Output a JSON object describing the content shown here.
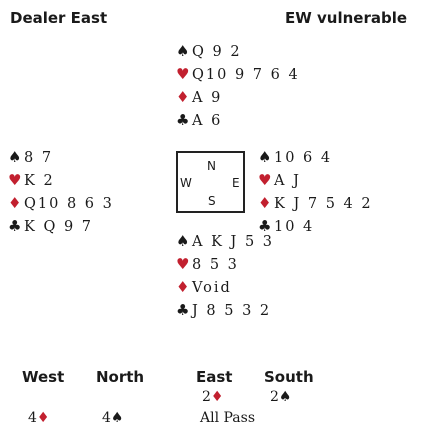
{
  "header": {
    "dealer": "Dealer East",
    "vulnerability": "EW vulnerable"
  },
  "hands": {
    "north": [
      {
        "suit": "♠",
        "color": "#1a1a1a",
        "cards": "Q 9 2"
      },
      {
        "suit": "♥",
        "color": "#c2202f",
        "cards": "Q10 9 7 6 4"
      },
      {
        "suit": "♦",
        "color": "#c2202f",
        "cards": "A 9"
      },
      {
        "suit": "♣",
        "color": "#1a1a1a",
        "cards": "A 6"
      }
    ],
    "west": [
      {
        "suit": "♠",
        "color": "#1a1a1a",
        "cards": "8 7"
      },
      {
        "suit": "♥",
        "color": "#c2202f",
        "cards": "K 2"
      },
      {
        "suit": "♦",
        "color": "#c2202f",
        "cards": "Q10 8 6 3"
      },
      {
        "suit": "♣",
        "color": "#1a1a1a",
        "cards": "K Q 9 7"
      }
    ],
    "east": [
      {
        "suit": "♠",
        "color": "#1a1a1a",
        "cards": "10 6 4"
      },
      {
        "suit": "♥",
        "color": "#c2202f",
        "cards": "A J"
      },
      {
        "suit": "♦",
        "color": "#c2202f",
        "cards": "K J 7 5 4 2"
      },
      {
        "suit": "♣",
        "color": "#1a1a1a",
        "cards": "10 4"
      }
    ],
    "south": [
      {
        "suit": "♠",
        "color": "#1a1a1a",
        "cards": "A K J 5 3"
      },
      {
        "suit": "♥",
        "color": "#c2202f",
        "cards": "8 5 3"
      },
      {
        "suit": "♦",
        "color": "#c2202f",
        "cards": "Void"
      },
      {
        "suit": "♣",
        "color": "#1a1a1a",
        "cards": "J 8 5 3 2"
      }
    ]
  },
  "compass": {
    "n": "N",
    "s": "S",
    "w": "W",
    "e": "E"
  },
  "bidding": {
    "headers": {
      "west": "West",
      "north": "North",
      "east": "East",
      "south": "South"
    },
    "rows": [
      [
        {
          "text": "",
          "suit": "",
          "color": ""
        },
        {
          "text": "",
          "suit": "",
          "color": ""
        },
        {
          "text": "2",
          "suit": "♦",
          "color": "#c2202f"
        },
        {
          "text": "2",
          "suit": "♠",
          "color": "#1a1a1a"
        }
      ],
      [
        {
          "text": "4",
          "suit": "♦",
          "color": "#c2202f"
        },
        {
          "text": "4",
          "suit": "♠",
          "color": "#1a1a1a"
        },
        {
          "text": "All Pass",
          "suit": "",
          "color": ""
        },
        {
          "text": "",
          "suit": "",
          "color": ""
        }
      ]
    ]
  }
}
